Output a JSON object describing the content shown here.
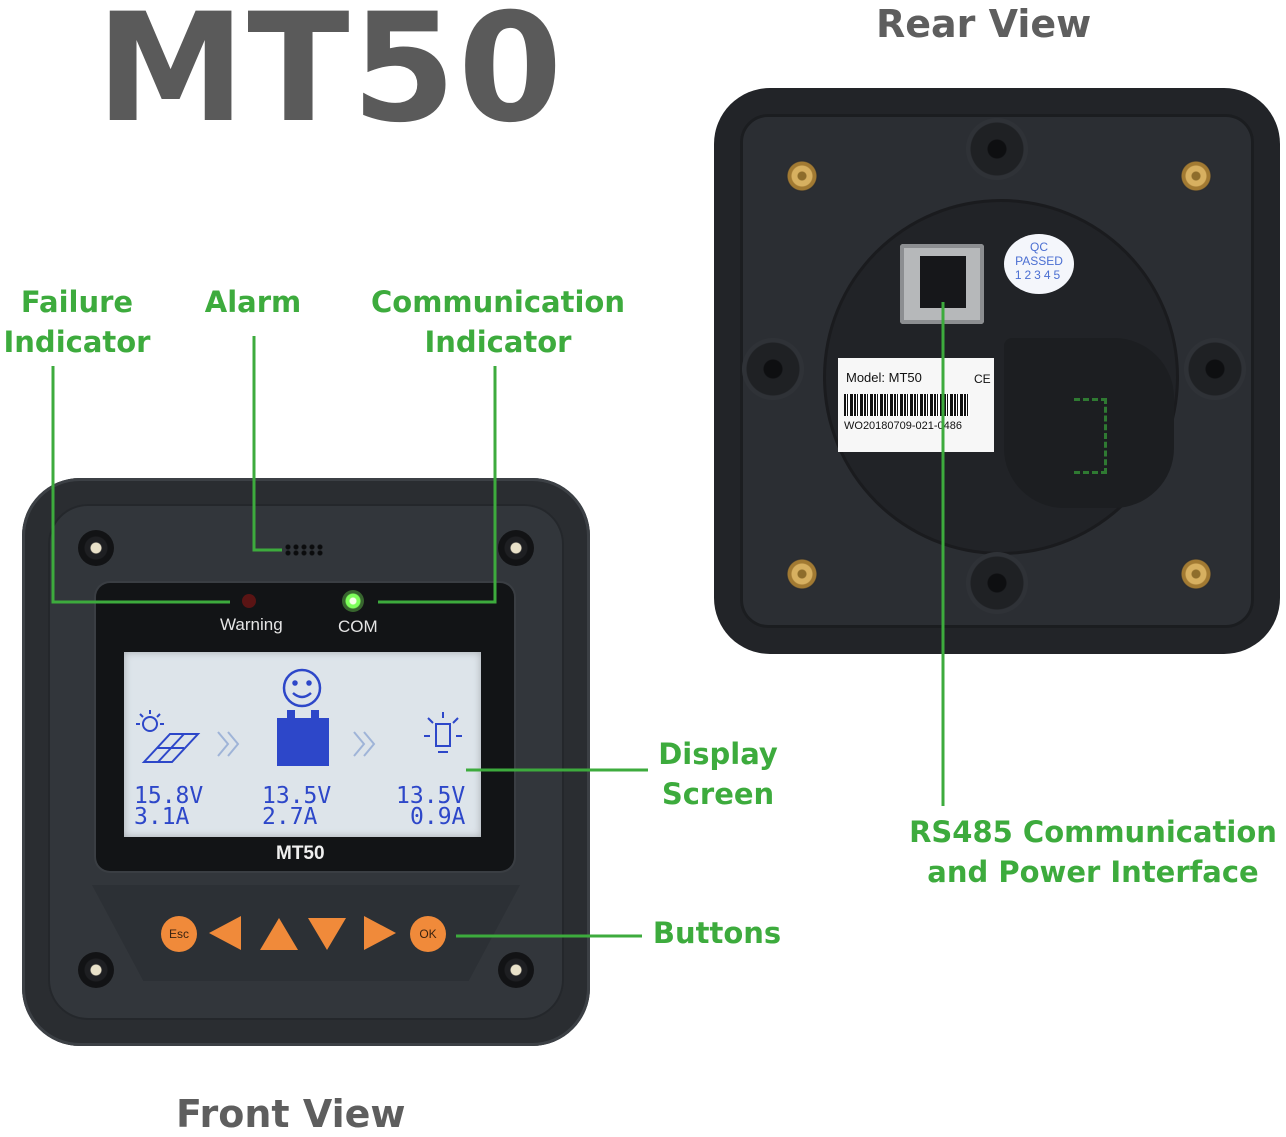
{
  "title": "MT50",
  "views": {
    "front": "Front View",
    "rear": "Rear View"
  },
  "callouts": {
    "failure_indicator": [
      "Failure",
      "Indicator"
    ],
    "alarm": "Alarm",
    "communication_indicator": [
      "Communication",
      "Indicator"
    ],
    "display_screen": [
      "Display",
      "Screen"
    ],
    "buttons": "Buttons",
    "rs485": [
      "RS485 Communication",
      "and Power Interface"
    ]
  },
  "front_device": {
    "led_warning": "Warning",
    "led_com": "COM",
    "device_name": "MT50",
    "lcd": {
      "pv": [
        "15.8V",
        "3.1A"
      ],
      "battery": [
        "13.5V",
        "2.7A"
      ],
      "load": [
        "13.5V",
        "0.9A"
      ]
    },
    "buttons": {
      "esc": "Esc",
      "ok": "OK"
    }
  },
  "rear_device": {
    "qc": [
      "QC",
      "PASSED"
    ],
    "qc_numbers": "12345",
    "model_label": "Model: MT50",
    "ce_mark": "CE",
    "serial": "WO20180709-021-0486"
  },
  "colors": {
    "callout_green": "#3dab3d",
    "heading_gray": "#5a5a5a",
    "button_orange": "#f08a3a",
    "lcd_text_blue": "#2d47c9",
    "com_led_green": "#7dff5a"
  }
}
